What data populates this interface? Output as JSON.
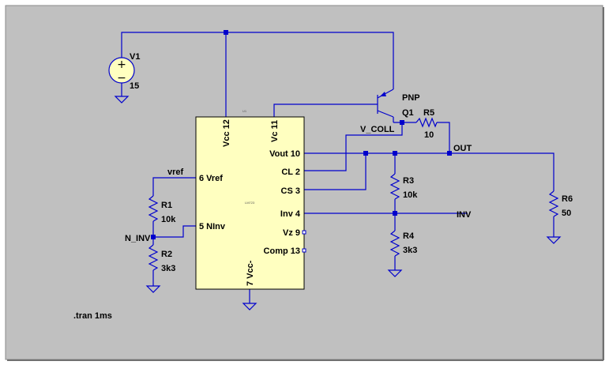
{
  "simulation": {
    "directive": ".tran 1ms"
  },
  "v1": {
    "ref": "V1",
    "value": "15"
  },
  "q1": {
    "type": "PNP",
    "ref": "Q1"
  },
  "r5": {
    "ref": "R5",
    "value": "10"
  },
  "r1": {
    "ref": "R1",
    "value": "10k"
  },
  "r2": {
    "ref": "R2",
    "value": "3k3"
  },
  "r3": {
    "ref": "R3",
    "value": "10k"
  },
  "r4": {
    "ref": "R4",
    "value": "3k3"
  },
  "r6": {
    "ref": "R6",
    "value": "50"
  },
  "nets": {
    "vref": "vref",
    "n_inv": "N_INV",
    "v_coll": "V_COLL",
    "out": "OUT",
    "inv": "INV"
  },
  "u1": {
    "ref": "U1",
    "part": "LM723",
    "pins": {
      "vcc": "Vcc 12",
      "vc": "Vc 11",
      "vout": "Vout 10",
      "cl": "CL 2",
      "cs": "CS 3",
      "vref": "6 Vref",
      "ninv": "5 NInv",
      "inv": "Inv 4",
      "vz": "Vz 9",
      "comp": "Comp 13",
      "vcc_neg": "7 Vcc-"
    }
  },
  "colors": {
    "background": "#c0c0c0",
    "wire": "#0000cc",
    "ic_fill": "#ffffc0"
  }
}
